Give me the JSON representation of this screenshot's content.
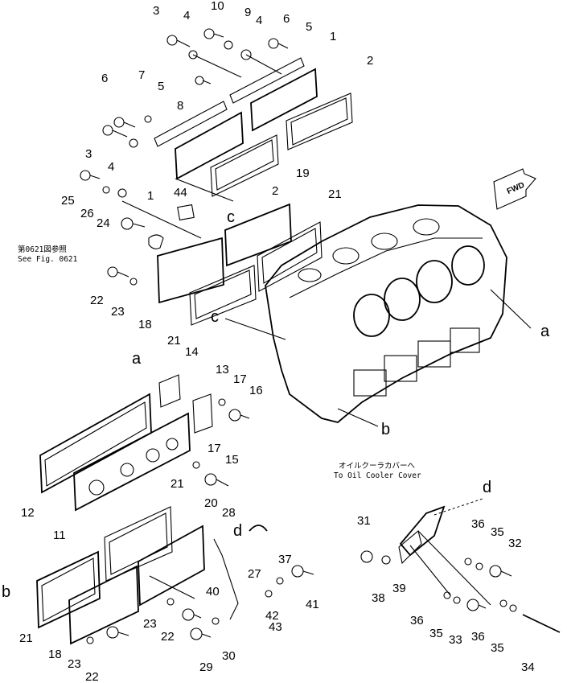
{
  "part_labels": [
    "1",
    "2",
    "3",
    "4",
    "5",
    "6",
    "7",
    "8",
    "9",
    "10",
    "11",
    "12",
    "13",
    "14",
    "15",
    "16",
    "17",
    "18",
    "19",
    "20",
    "21",
    "22",
    "23",
    "24",
    "25",
    "26",
    "27",
    "28",
    "29",
    "30",
    "31",
    "32",
    "33",
    "34",
    "35",
    "36",
    "37",
    "38",
    "39",
    "40",
    "41",
    "42",
    "43",
    "44"
  ],
  "ref_letters": [
    "a",
    "b",
    "c",
    "d"
  ],
  "fwd_label": "FWD",
  "notes": {
    "see_fig_jp": "第0621図参照",
    "see_fig_en": "See Fig. 0621",
    "oil_cooler_jp": "オイルクーラカバーへ",
    "oil_cooler_en": "To Oil Cooler Cover"
  }
}
